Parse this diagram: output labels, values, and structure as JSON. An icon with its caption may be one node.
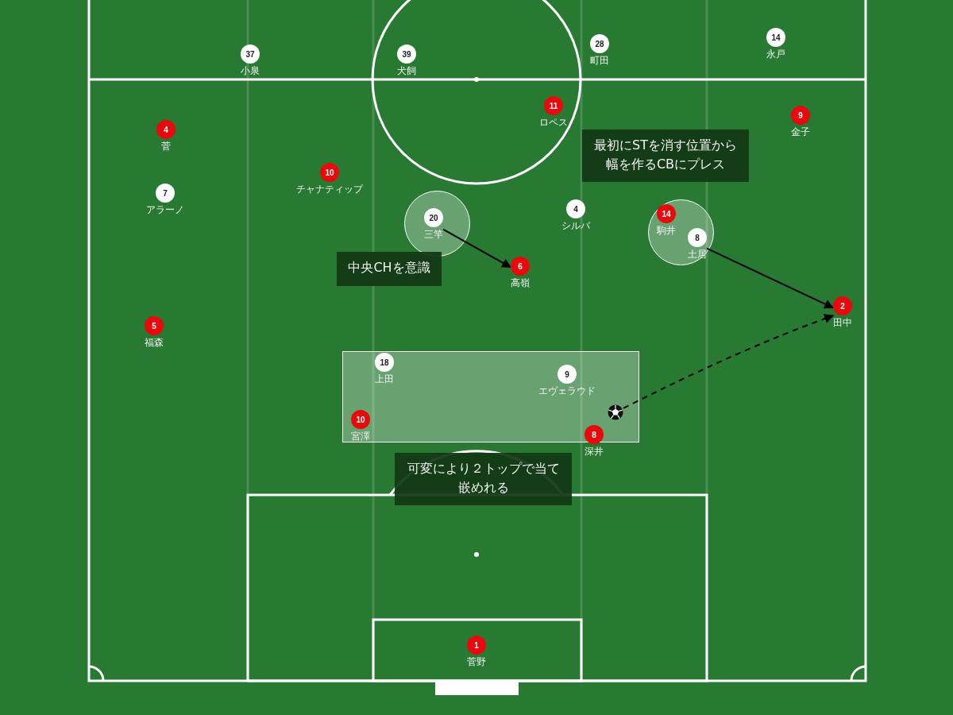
{
  "diagram": {
    "nodes": [
      {
        "text": [
          "37",
          "小泉"
        ]
      },
      {
        "text": [
          "39",
          "犬飼"
        ]
      },
      {
        "text": [
          "28",
          "町田"
        ]
      },
      {
        "text": [
          "14",
          "永戸"
        ]
      },
      {
        "text": [
          "11",
          "ロペス"
        ]
      },
      {
        "text": [
          "9",
          "金子"
        ]
      },
      {
        "text": [
          "4",
          "菅"
        ]
      },
      {
        "text": [
          "最初にSTを消す位置から幅を作るCBにプレス"
        ]
      },
      {
        "text": [
          "10",
          "チャナティップ"
        ]
      },
      {
        "text": [
          "7",
          "アラーノ"
        ]
      },
      {
        "text": [],
        "shape": "circle"
      },
      {
        "text": [
          "20",
          "三竿"
        ],
        "in": 10
      },
      {
        "text": [
          "4",
          "シルバ"
        ]
      },
      {
        "text": [],
        "shape": "circle"
      },
      {
        "text": [
          "14",
          "駒井"
        ],
        "in": 13
      },
      {
        "text": [
          "8",
          "土居"
        ],
        "in": 13
      },
      {
        "text": [
          "中央CHを意識"
        ]
      },
      {
        "text": [
          "6",
          "高嶺"
        ]
      },
      {
        "text": [
          "2",
          "田中"
        ]
      },
      {
        "text": [
          "5",
          "福森"
        ]
      },
      {
        "text": [],
        "shape": "box"
      },
      {
        "text": [
          "18",
          "上田"
        ],
        "in": 20
      },
      {
        "text": [
          "9",
          "エヴェラウド"
        ],
        "in": 20
      },
      {
        "text": [
          "10",
          "宮澤"
        ],
        "in": 20
      },
      {
        "text": [],
        "shape": "ball",
        "in": 20
      },
      {
        "text": [
          "8",
          "深井"
        ]
      },
      {
        "text": [
          "可変により２トップで当て嵌めれる"
        ]
      },
      {
        "text": [
          "1",
          "菅野"
        ]
      }
    ],
    "edges": [
      {
        "from": 11,
        "to": 17,
        "arrow": "to"
      },
      {
        "from": 15,
        "to": 18,
        "arrow": "to"
      },
      {
        "from": 24,
        "to": 18,
        "arrow": "to",
        "style": "dashed"
      }
    ]
  }
}
